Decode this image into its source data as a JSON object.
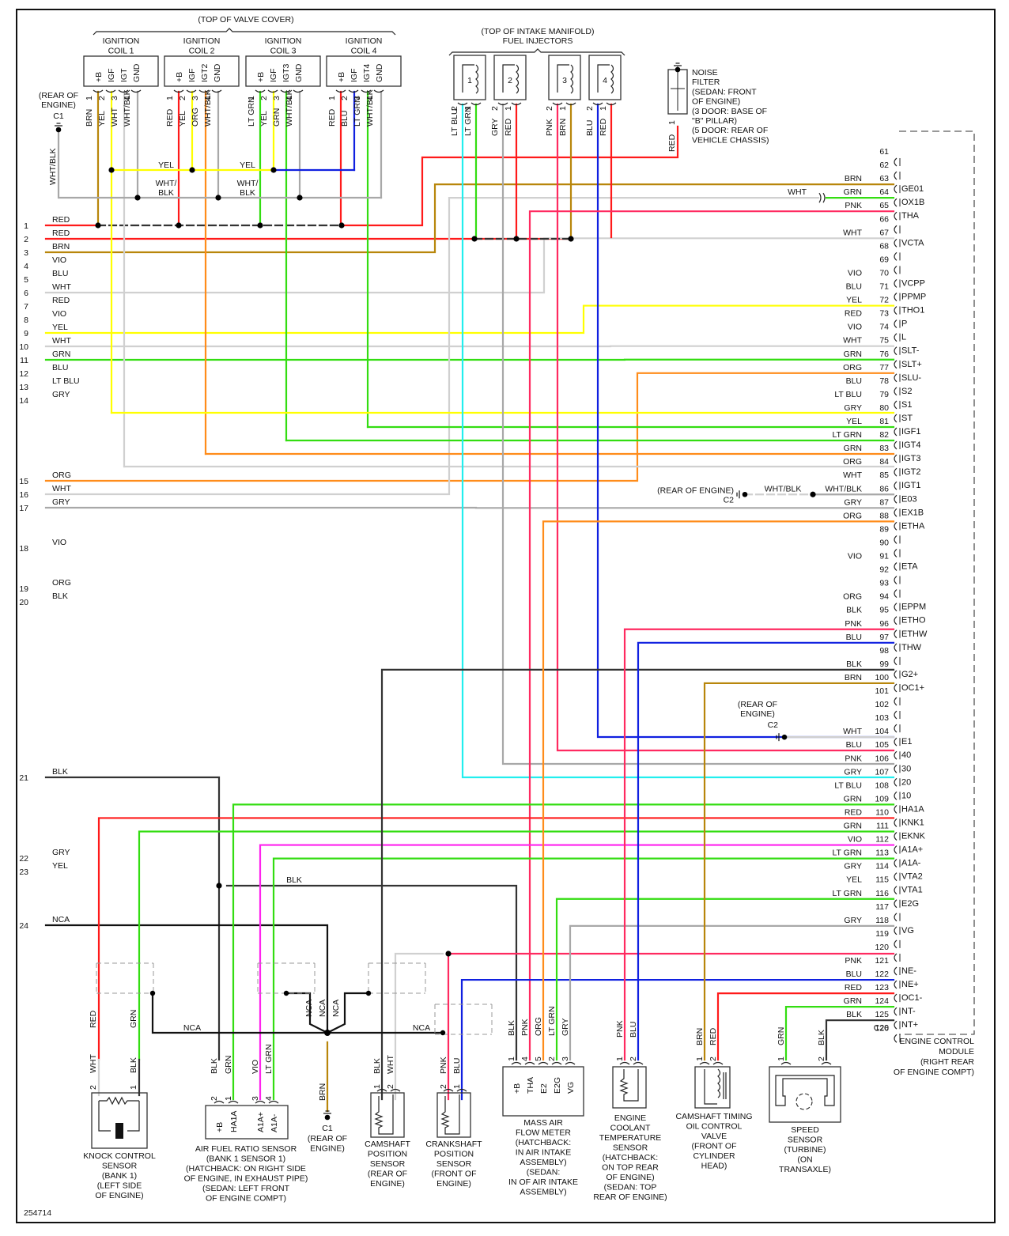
{
  "diagram": {
    "id_code": "254714",
    "colors": {
      "RED": "#ff1a1a",
      "BRN": "#b8860b",
      "VIO": "#ff22ee",
      "BLU": "#1020e0",
      "WHT": "#d0d0d0",
      "YEL": "#ffff00",
      "GRN": "#33dd11",
      "LT GRN": "#33dd11",
      "LT BLU": "#22eeee",
      "GRY": "#a8a8a8",
      "ORG": "#ff8c1a",
      "BLK": "#333333",
      "PNK": "#ff2a60",
      "WHT/BLK": "#a8a8a8",
      "NCA": "#111111"
    },
    "ignition": {
      "group_label": "(TOP OF VALVE COVER)",
      "coils": [
        {
          "title": [
            "IGNITION",
            "COIL 1"
          ],
          "pins": [
            "+B",
            "IGF",
            "IGT",
            "GND"
          ],
          "wires": [
            "BRN",
            "YEL",
            "WHT",
            "WHT/BLK"
          ]
        },
        {
          "title": [
            "IGNITION",
            "COIL 2"
          ],
          "pins": [
            "+B",
            "IGF",
            "IGT2",
            "GND"
          ],
          "wires": [
            "RED",
            "YEL",
            "ORG",
            "WHT/BLK"
          ]
        },
        {
          "title": [
            "IGNITION",
            "COIL 3"
          ],
          "pins": [
            "+B",
            "IGF",
            "IGT3",
            "GND"
          ],
          "wires": [
            "LT GRN",
            "YEL",
            "GRN",
            "WHT/BLK"
          ]
        },
        {
          "title": [
            "IGNITION",
            "COIL 4"
          ],
          "pins": [
            "+B",
            "IGF",
            "IGT4",
            "GND"
          ],
          "wires": [
            "RED",
            "BLU",
            "LT GRN",
            "WHT/BLK"
          ]
        }
      ],
      "bus_labels": {
        "yel1": "YEL",
        "yel2": "YEL",
        "gnd1": [
          "WHT/",
          "BLK"
        ],
        "gnd2": [
          "WHT/",
          "BLK"
        ],
        "ground_wire": "WHT/BLK"
      },
      "ground": {
        "name": "C1",
        "location": [
          "(REAR OF",
          "ENGINE)"
        ]
      }
    },
    "injectors": {
      "group_label": [
        "(TOP OF INTAKE MANIFOLD)",
        "FUEL INJECTORS"
      ],
      "items": [
        {
          "num": "1",
          "pin2": "LT BLU",
          "pin1": "LT GRN"
        },
        {
          "num": "2",
          "pin2": "GRY",
          "pin1": "RED"
        },
        {
          "num": "3",
          "pin2": "PNK",
          "pin1": "BRN"
        },
        {
          "num": "4",
          "pin2": "BLU",
          "pin1": "RED"
        }
      ]
    },
    "noise_filter": {
      "label": [
        "NOISE",
        "FILTER",
        "(SEDAN: FRONT",
        "OF ENGINE)",
        "(3 DOOR: BASE OF",
        "\"B\" PILLAR)",
        "(5 DOOR: REAR OF",
        "VEHICLE CHASSIS)"
      ],
      "pin": "1",
      "wire": "RED"
    },
    "left_wires": [
      {
        "n": "1",
        "c": "RED"
      },
      {
        "n": "2",
        "c": "RED"
      },
      {
        "n": "3",
        "c": "BRN"
      },
      {
        "n": "4",
        "c": "VIO"
      },
      {
        "n": "5",
        "c": "BLU"
      },
      {
        "n": "6",
        "c": "WHT"
      },
      {
        "n": "7",
        "c": "RED"
      },
      {
        "n": "8",
        "c": "VIO"
      },
      {
        "n": "9",
        "c": "YEL"
      },
      {
        "n": "10",
        "c": "WHT"
      },
      {
        "n": "11",
        "c": "GRN"
      },
      {
        "n": "12",
        "c": "BLU"
      },
      {
        "n": "13",
        "c": "LT BLU"
      },
      {
        "n": "14",
        "c": "GRY"
      },
      {
        "n": "15",
        "c": "ORG"
      },
      {
        "n": "16",
        "c": "WHT"
      },
      {
        "n": "17",
        "c": "GRY"
      },
      {
        "n": "18",
        "c": "VIO"
      },
      {
        "n": "19",
        "c": "ORG"
      },
      {
        "n": "20",
        "c": "BLK"
      },
      {
        "n": "21",
        "c": "BLK"
      },
      {
        "n": "22",
        "c": "GRY"
      },
      {
        "n": "23",
        "c": "YEL"
      },
      {
        "n": "24",
        "c": "NCA"
      }
    ],
    "ecm": {
      "title": [
        "ENGINE CONTROL",
        "MODULE",
        "(RIGHT REAR",
        "OF ENGINE COMPT)"
      ],
      "connector": "C20",
      "pins": [
        {
          "n": "61",
          "c": "",
          "name": ""
        },
        {
          "n": "62",
          "c": "",
          "name": ""
        },
        {
          "n": "63",
          "c": "BRN",
          "name": "GE01"
        },
        {
          "n": "64",
          "c": "GRN",
          "name": "OX1B"
        },
        {
          "n": "65",
          "c": "PNK",
          "name": "THA"
        },
        {
          "n": "66",
          "c": "",
          "name": ""
        },
        {
          "n": "67",
          "c": "WHT",
          "name": "VCTA"
        },
        {
          "n": "68",
          "c": "",
          "name": ""
        },
        {
          "n": "69",
          "c": "",
          "name": ""
        },
        {
          "n": "70",
          "c": "VIO",
          "name": "VCPP"
        },
        {
          "n": "71",
          "c": "BLU",
          "name": "PPMP"
        },
        {
          "n": "72",
          "c": "YEL",
          "name": "THO1"
        },
        {
          "n": "73",
          "c": "RED",
          "name": "P"
        },
        {
          "n": "74",
          "c": "VIO",
          "name": "L"
        },
        {
          "n": "75",
          "c": "WHT",
          "name": "SLT-"
        },
        {
          "n": "76",
          "c": "GRN",
          "name": "SLT+"
        },
        {
          "n": "77",
          "c": "ORG",
          "name": "SLU-"
        },
        {
          "n": "78",
          "c": "BLU",
          "name": "S2"
        },
        {
          "n": "79",
          "c": "LT BLU",
          "name": "S1"
        },
        {
          "n": "80",
          "c": "GRY",
          "name": "ST"
        },
        {
          "n": "81",
          "c": "YEL",
          "name": "IGF1"
        },
        {
          "n": "82",
          "c": "LT GRN",
          "name": "IGT4"
        },
        {
          "n": "83",
          "c": "GRN",
          "name": "IGT3"
        },
        {
          "n": "84",
          "c": "ORG",
          "name": "IGT2"
        },
        {
          "n": "85",
          "c": "WHT",
          "name": "IGT1"
        },
        {
          "n": "86",
          "c": "WHT/BLK",
          "name": "E03"
        },
        {
          "n": "87",
          "c": "GRY",
          "name": "EX1B"
        },
        {
          "n": "88",
          "c": "ORG",
          "name": "ETHA"
        },
        {
          "n": "89",
          "c": "",
          "name": ""
        },
        {
          "n": "90",
          "c": "",
          "name": ""
        },
        {
          "n": "91",
          "c": "VIO",
          "name": "ETA"
        },
        {
          "n": "92",
          "c": "",
          "name": ""
        },
        {
          "n": "93",
          "c": "",
          "name": ""
        },
        {
          "n": "94",
          "c": "ORG",
          "name": "EPPM"
        },
        {
          "n": "95",
          "c": "BLK",
          "name": "ETHO"
        },
        {
          "n": "96",
          "c": "PNK",
          "name": "ETHW"
        },
        {
          "n": "97",
          "c": "BLU",
          "name": "THW"
        },
        {
          "n": "98",
          "c": "",
          "name": ""
        },
        {
          "n": "99",
          "c": "BLK",
          "name": "G2+"
        },
        {
          "n": "100",
          "c": "BRN",
          "name": "OC1+"
        },
        {
          "n": "101",
          "c": "",
          "name": ""
        },
        {
          "n": "102",
          "c": "",
          "name": ""
        },
        {
          "n": "103",
          "c": "",
          "name": ""
        },
        {
          "n": "104",
          "c": "WHT",
          "name": "E1"
        },
        {
          "n": "105",
          "c": "BLU",
          "name": "40"
        },
        {
          "n": "106",
          "c": "PNK",
          "name": "30"
        },
        {
          "n": "107",
          "c": "GRY",
          "name": "20"
        },
        {
          "n": "108",
          "c": "LT BLU",
          "name": "10"
        },
        {
          "n": "109",
          "c": "GRN",
          "name": "HA1A"
        },
        {
          "n": "110",
          "c": "RED",
          "name": "KNK1"
        },
        {
          "n": "111",
          "c": "GRN",
          "name": "EKNK"
        },
        {
          "n": "112",
          "c": "VIO",
          "name": "A1A+"
        },
        {
          "n": "113",
          "c": "LT GRN",
          "name": "A1A-"
        },
        {
          "n": "114",
          "c": "GRY",
          "name": "VTA2"
        },
        {
          "n": "115",
          "c": "YEL",
          "name": "VTA1"
        },
        {
          "n": "116",
          "c": "LT GRN",
          "name": "E2G"
        },
        {
          "n": "117",
          "c": "",
          "name": ""
        },
        {
          "n": "118",
          "c": "GRY",
          "name": "VG"
        },
        {
          "n": "119",
          "c": "",
          "name": ""
        },
        {
          "n": "120",
          "c": "",
          "name": ""
        },
        {
          "n": "121",
          "c": "PNK",
          "name": "NE-"
        },
        {
          "n": "122",
          "c": "BLU",
          "name": "NE+"
        },
        {
          "n": "123",
          "c": "RED",
          "name": "OC1-"
        },
        {
          "n": "124",
          "c": "GRN",
          "name": "NT-"
        },
        {
          "n": "125",
          "c": "BLK",
          "name": "NT+"
        },
        {
          "n": "126",
          "c": "",
          "name": ""
        }
      ],
      "wht_splice_label": "WHT",
      "e03_ground": {
        "name": "C2",
        "location": "(REAR OF ENGINE)",
        "wire": "WHT/BLK"
      },
      "e1_ground": {
        "name": "C2",
        "location": [
          "(REAR OF",
          "ENGINE)"
        ]
      }
    },
    "mid_labels": {
      "blk_branch": "BLK",
      "nca": "NCA",
      "nca_right": "NCA",
      "nca_v": [
        "NCA",
        "NCA",
        "NCA"
      ],
      "brn_ground": "BRN"
    },
    "shield_ground": {
      "name": "C1",
      "location": [
        "(REAR OF",
        "ENGINE)"
      ]
    },
    "components": {
      "knock": {
        "label": [
          "KNOCK CONTROL",
          "SENSOR",
          "(BANK 1)",
          "(LEFT SIDE",
          "OF ENGINE)"
        ],
        "upper": [
          "RED",
          "GRN"
        ],
        "lower": [
          "WHT",
          "BLK"
        ],
        "pins": [
          "2",
          "1"
        ]
      },
      "af": {
        "label": [
          "AIR FUEL RATIO SENSOR",
          "(BANK 1 SENSOR 1)",
          "(HATCHBACK: ON RIGHT SIDE",
          "OF ENGINE, IN EXHAUST PIPE)",
          "(SEDAN: LEFT FRONT",
          "OF ENGINE COMPT)"
        ],
        "pins": [
          "2",
          "1",
          "3",
          "4"
        ],
        "wires": [
          "BLK",
          "GRN",
          "VIO",
          "LT GRN"
        ],
        "names": [
          "+B",
          "HA1A",
          "A1A+",
          "A1A-"
        ]
      },
      "cmp": {
        "label": [
          "CAMSHAFT",
          "POSITION",
          "SENSOR",
          "(REAR OF",
          "ENGINE)"
        ],
        "pins": [
          "1",
          "2"
        ],
        "wires": [
          "BLK",
          "WHT"
        ]
      },
      "ckp": {
        "label": [
          "CRANKSHAFT",
          "POSITION",
          "SENSOR",
          "(FRONT OF",
          "ENGINE)"
        ],
        "pins": [
          "2",
          "1"
        ],
        "wires": [
          "PNK",
          "BLU"
        ]
      },
      "maf": {
        "label": [
          "MASS AIR",
          "FLOW METER",
          "(HATCHBACK:",
          "IN AIR INTAKE",
          "ASSEMBLY)",
          "(SEDAN:",
          "IN OF AIR INTAKE",
          "ASSEMBLY)"
        ],
        "pins": [
          "1",
          "4",
          "5",
          "2",
          "3"
        ],
        "wires": [
          "BLK",
          "PNK",
          "ORG",
          "LT GRN",
          "GRY"
        ],
        "names": [
          "+B",
          "THA",
          "E2",
          "E2G",
          "VG"
        ]
      },
      "ect": {
        "label": [
          "ENGINE",
          "COOLANT",
          "TEMPERATURE",
          "SENSOR",
          "(HATCHBACK:",
          "ON TOP REAR",
          "OF ENGINE)",
          "(SEDAN: TOP",
          "REAR OF ENGINE)"
        ],
        "pins": [
          "1",
          "2"
        ],
        "wires": [
          "PNK",
          "BLU"
        ]
      },
      "ocv": {
        "label": [
          "CAMSHAFT TIMING",
          "OIL CONTROL",
          "VALVE",
          "(FRONT OF",
          "CYLINDER",
          "HEAD)"
        ],
        "pins": [
          "1",
          "2"
        ],
        "wires": [
          "BRN",
          "RED"
        ]
      },
      "speed": {
        "label": [
          "SPEED",
          "SENSOR",
          "(TURBINE)",
          "(ON",
          "TRANSAXLE)"
        ],
        "pins": [
          "1",
          "2"
        ],
        "wires": [
          "GRN",
          "BLK"
        ]
      }
    }
  }
}
